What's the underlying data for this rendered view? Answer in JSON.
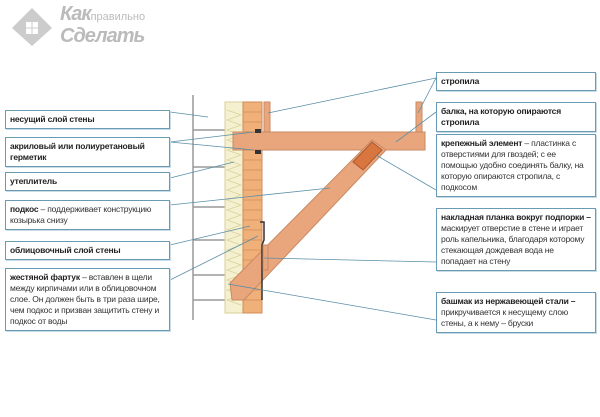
{
  "logo": {
    "line1": "Как",
    "line1_suffix": "правильно",
    "line2": "Сделать"
  },
  "left_labels": [
    {
      "title": "несущий слой стены",
      "text": ""
    },
    {
      "title": "акриловый или полиуретановый герметик",
      "text": ""
    },
    {
      "title": "утеплитель",
      "text": ""
    },
    {
      "title": "подкос",
      "text": " – поддерживает конструкцию козырька снизу"
    },
    {
      "title": "облицовочный слой стены",
      "text": ""
    },
    {
      "title": "жестяной фартук",
      "text": " – вставлен в щели между кирпичами или в облицовочном слое. Он должен быть в три раза шире, чем подкос и призван защитить стену и подкос от воды"
    }
  ],
  "right_labels": [
    {
      "title": "стропила",
      "text": ""
    },
    {
      "title": "балка, на которую опираются стропила",
      "text": ""
    },
    {
      "title": "крепежный элемент",
      "text": " – пластинка с отверстиями для гвоздей; с ее помощью удобно соединять балку, на которую опираются стропила, с подкосом"
    },
    {
      "title": "накладная планка вокруг подпорки –",
      "text": " маскирует отверстие в стене и играет роль капельника, благодаря которому стекающая дождевая вода не попадает на стену"
    },
    {
      "title": "башмак из нержавеющей стали –",
      "text": " прикручивается к несущему слою стены, а к нему – бруски"
    }
  ],
  "colors": {
    "wood": "#e9a57c",
    "brick": "#f0b07a",
    "insulation": "#f5f0cf",
    "leader": "#5a8fa8"
  }
}
